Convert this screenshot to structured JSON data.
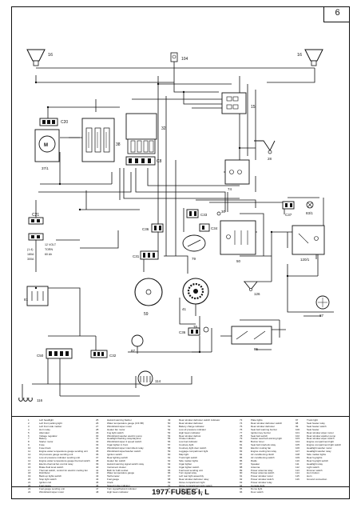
{
  "page_number": "6",
  "title": "1977 FUSES I, L",
  "colors": {
    "line": "#111111",
    "background": "#ffffff"
  },
  "components": {
    "horn_left": "16",
    "horn_right": "16",
    "c104": "104",
    "relay_15": "15",
    "c20": "C20",
    "motor_37": "37/1",
    "fusebox_32": "32",
    "c38": "38",
    "c8": "C8",
    "c28": "28",
    "relay_74": "74",
    "c83_1": "83/1",
    "c37": "C37",
    "c21": "C21",
    "c33": "C33",
    "c30": "30",
    "c34": "C34",
    "c36": "C36",
    "c79": "79",
    "relay_50": "50",
    "relay_120": "120/1",
    "c31": "C31",
    "c59": "59",
    "c126": "126",
    "c81": "81",
    "c87_right": "87",
    "c41": "41",
    "c76": "76",
    "c36_b": "C36",
    "c85": "85",
    "c50": "C50",
    "c87_left": "87",
    "c32": "C32",
    "c114": "114",
    "c116": "116"
  },
  "side_notes": [
    "12 VOLT",
    "TORN",
    "60 Ah",
    "(1.4)",
    "180A",
    "300A"
  ],
  "legend": [
    [
      "1",
      "Left headlight"
    ],
    [
      "2",
      "Left front parking light"
    ],
    [
      "3",
      "Left front side marker"
    ],
    [
      "4",
      "Horn relay"
    ],
    [
      "5",
      "Alternator"
    ],
    [
      "6",
      "Voltage regulator"
    ],
    [
      "7",
      "Battery"
    ],
    [
      "8",
      "Starter motor"
    ],
    [
      "9",
      "Fuse"
    ],
    [
      "10",
      "Fuse block"
    ],
    [
      "11",
      "Engine water temperature gauge sending unit"
    ],
    [
      "12",
      "Oil pressure gauge sending unit"
    ],
    [
      "13",
      "Low oil pressure indicator sending unit"
    ],
    [
      "14",
      "Engine water temperature gauge thermal switch"
    ],
    [
      "15",
      "Electro-thermal fan control relay"
    ],
    [
      "16",
      "Brake fluid level switch"
    ],
    [
      "17",
      "Thermal switch, control for electric cooling fan"
    ],
    [
      "18",
      "Distributor"
    ],
    [
      "19",
      "Back-up lights switch"
    ],
    [
      "20",
      "Stop light switch"
    ],
    [
      "21",
      "Ignition coil"
    ],
    [
      "22",
      "Fuel gauge"
    ],
    [
      "23",
      "Fuel gauge sending unit"
    ],
    [
      "24",
      "Windshield wiper motor"
    ],
    [
      "25",
      "Hazard warning flasher"
    ],
    [
      "26",
      "Water temperature gauge (C/F 88)"
    ],
    [
      "27",
      "Windshield wiper motor"
    ],
    [
      "28",
      "Heater fan motor"
    ],
    [
      "29",
      "Fog light switch"
    ],
    [
      "30",
      "Windshield washer electric pump"
    ],
    [
      "31",
      "Headlight flashing relay/daytime"
    ],
    [
      "32",
      "Windshield wiper 2 speed switch"
    ],
    [
      "33",
      "Cigar lighter in front"
    ],
    [
      "34",
      "Windshield wiper intermittent relay"
    ],
    [
      "35",
      "Windshield wiper/washer switch"
    ],
    [
      "36",
      "Ignition switch"
    ],
    [
      "37",
      "Rear lighting switch"
    ],
    [
      "38",
      "Heater fan switch"
    ],
    [
      "39",
      "Hazard warning signal switch relay"
    ],
    [
      "40",
      "Instrument cluster"
    ],
    [
      "41",
      "Bulb for bulb socket"
    ],
    [
      "42",
      "Water temperature gauge"
    ],
    [
      "43",
      "Tachometer"
    ],
    [
      "44",
      "Fuel gauge"
    ],
    [
      "45",
      "Clock"
    ],
    [
      "46",
      "Speed pulse indicator"
    ],
    [
      "47",
      "Turn signal/hazard indicator"
    ],
    [
      "48",
      "High beam indicator"
    ],
    [
      "49",
      "Rear window defroster switch indicator"
    ],
    [
      "50",
      "Rear window defroster"
    ],
    [
      "51",
      "Battery charge indicator"
    ],
    [
      "52",
      "Low oil pressure indicator"
    ],
    [
      "53",
      "High beam indicator"
    ],
    [
      "54",
      "Rear window defrost"
    ],
    [
      "55",
      "Choke indicator"
    ],
    [
      "56",
      "Low fuel indicator"
    ],
    [
      "57",
      "Courtesy light"
    ],
    [
      "58",
      "Courtesy light door switch"
    ],
    [
      "59",
      "Luggage compartment light"
    ],
    [
      "60",
      "Map light"
    ],
    [
      "61",
      "Trunk light switch"
    ],
    [
      "62",
      "Side marker lights"
    ],
    [
      "63",
      "Cigar lighter"
    ],
    [
      "64",
      "Cigar lighter switch"
    ],
    [
      "65",
      "Fuel level sending unit"
    ],
    [
      "66",
      "Turn signal relay"
    ],
    [
      "67",
      "Left rear light assembly"
    ],
    [
      "68",
      "Rear window defroster relay"
    ],
    [
      "69",
      "Glove compartment light"
    ],
    [
      "70",
      "Glove compartment light switch"
    ],
    [
      "71",
      "Front parking light"
    ],
    [
      "72",
      "Front side marker light"
    ],
    [
      "73",
      "Plate lights"
    ],
    [
      "74",
      "Rear window defroster switch"
    ],
    [
      "75",
      "Rear window defroster"
    ],
    [
      "76",
      "Seat belt warning buzzer"
    ],
    [
      "77",
      "Ignition key buzzer"
    ],
    [
      "78",
      "Seat belt switch"
    ],
    [
      "79",
      "Fasten seat belt warning light"
    ],
    [
      "80",
      "Buzzer timer"
    ],
    [
      "81",
      "Seat belt interlock relay"
    ],
    [
      "82",
      "Electric cooling fan"
    ],
    [
      "83",
      "Engine cooling fan relay"
    ],
    [
      "84",
      "Air conditioning clutch"
    ],
    [
      "85",
      "Air conditioning switch"
    ],
    [
      "86",
      "Radio"
    ],
    [
      "87",
      "Speaker"
    ],
    [
      "88",
      "Antenna"
    ],
    [
      "89",
      "Power antenna relay"
    ],
    [
      "90",
      "Power antenna switch"
    ],
    [
      "91",
      "Power window motor"
    ],
    [
      "92",
      "Power window switch"
    ],
    [
      "93",
      "Power window relay"
    ],
    [
      "94",
      "Console light"
    ],
    [
      "95",
      "Dome light"
    ],
    [
      "96",
      "Door switch"
    ],
    [
      "97",
      "Trunk light"
    ],
    [
      "98",
      "Seat heater relay"
    ],
    [
      "99",
      "Seat heater switch"
    ],
    [
      "100",
      "Seat heater"
    ],
    [
      "101",
      "Rear window wiper motor"
    ],
    [
      "102",
      "Rear window washer pump"
    ],
    [
      "103",
      "Rear window wiper switch"
    ],
    [
      "104",
      "Engine compartment light"
    ],
    [
      "105",
      "Engine compartment light switch"
    ],
    [
      "106",
      "Headlight washer motor"
    ],
    [
      "107",
      "Headlight washer relay"
    ],
    [
      "108",
      "Side marker lights"
    ],
    [
      "109",
      "Rear fog lights"
    ],
    [
      "110",
      "Rear fog light switch"
    ],
    [
      "111",
      "Headlight relay"
    ],
    [
      "112",
      "Light switch"
    ],
    [
      "113",
      "Dimmer switch"
    ],
    [
      "114",
      "Horn button"
    ],
    [
      "115",
      "Horn"
    ],
    [
      "116",
      "Ground connection"
    ]
  ]
}
